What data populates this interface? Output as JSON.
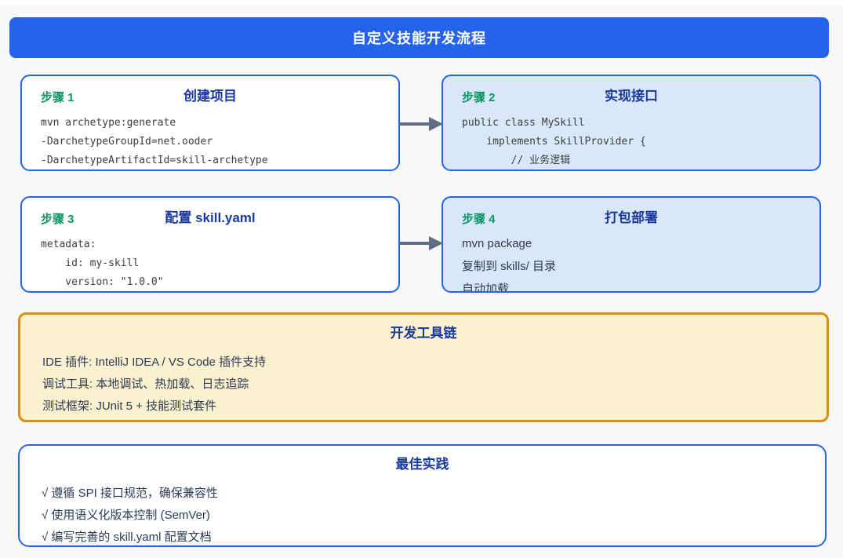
{
  "header": {
    "title": "自定义技能开发流程"
  },
  "steps": [
    {
      "label": "步骤 1",
      "title": "创建项目",
      "lines": [
        "mvn archetype:generate",
        "-DarchetypeGroupId=net.ooder",
        "-DarchetypeArtifactId=skill-archetype"
      ]
    },
    {
      "label": "步骤 2",
      "title": "实现接口",
      "lines": [
        "public class MySkill",
        "    implements SkillProvider {",
        "        // 业务逻辑"
      ]
    },
    {
      "label": "步骤 3",
      "title": "配置 skill.yaml",
      "lines": [
        "metadata:",
        "    id: my-skill",
        "    version: \"1.0.0\""
      ]
    },
    {
      "label": "步骤 4",
      "title": "打包部署",
      "lines": [
        "mvn package",
        "复制到 skills/ 目录",
        "自动加载"
      ]
    }
  ],
  "toolchain": {
    "title": "开发工具链",
    "items": [
      "IDE 插件: IntelliJ IDEA / VS Code 插件支持",
      "调试工具: 本地调试、热加载、日志追踪",
      "测试框架: JUnit 5 + 技能测试套件"
    ]
  },
  "best_practices": {
    "title": "最佳实践",
    "items": [
      "√ 遵循 SPI 接口规范，确保兼容性",
      "√ 使用语义化版本控制 (SemVer)",
      "√ 编写完善的 skill.yaml 配置文档"
    ]
  },
  "colors": {
    "accent_blue": "#2563eb",
    "light_blue_fill": "#d9e7f8",
    "title_navy": "#19399e",
    "step_label_green": "#0d9463",
    "toolchain_border_orange": "#e18c12",
    "toolchain_fill_cream": "#fbf1cf",
    "arrow_gray": "#5e6e84",
    "page_background": "#f8f9fa"
  }
}
